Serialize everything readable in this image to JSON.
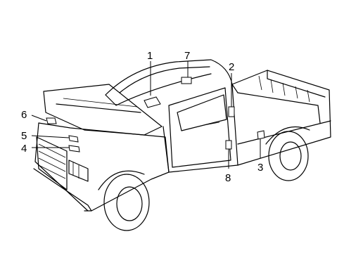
{
  "diagram": {
    "subject": "pickup-truck",
    "callouts": [
      "1",
      "2",
      "3",
      "4",
      "5",
      "6",
      "7",
      "8"
    ]
  }
}
